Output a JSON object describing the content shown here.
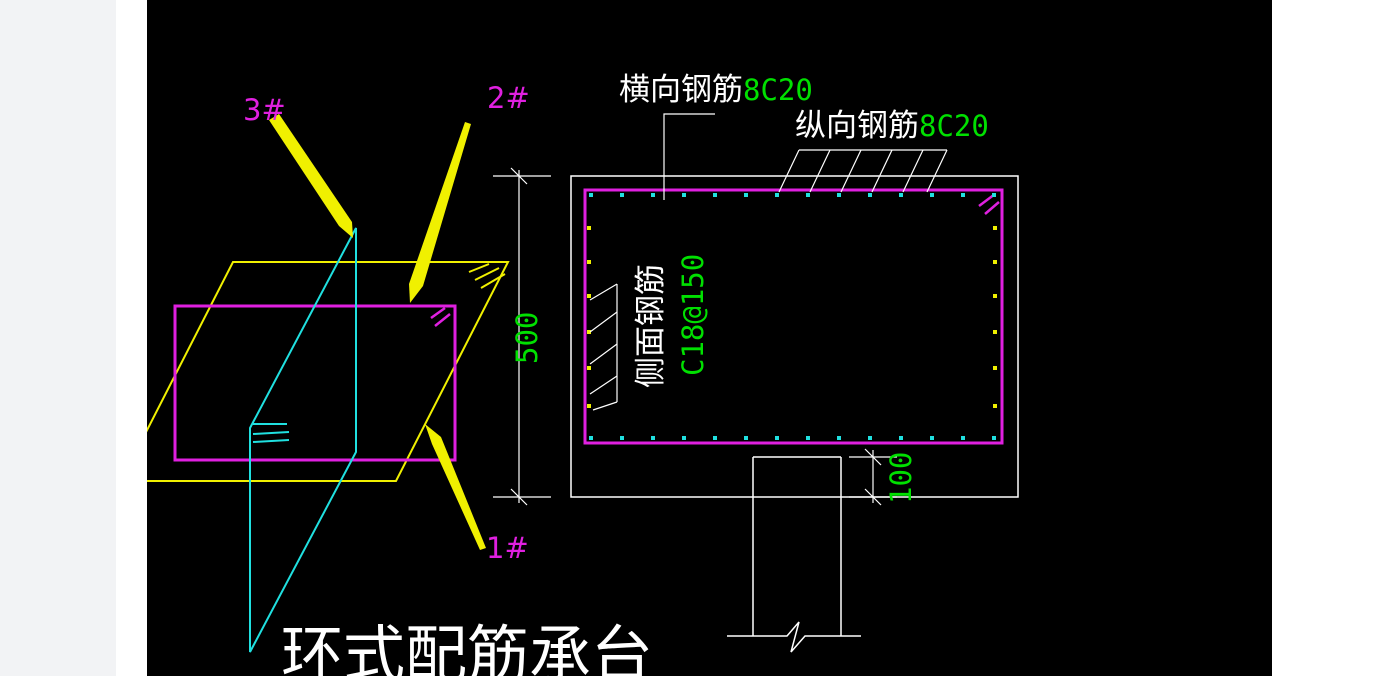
{
  "drawing": {
    "title": "环式配筋承台",
    "pile_labels": {
      "p1": "1#",
      "p2": "2#",
      "p3": "3#"
    },
    "transverse_bar": {
      "label": "横向钢筋",
      "spec": "8C20"
    },
    "longitudinal_bar": {
      "label": "纵向钢筋",
      "spec": "8C20"
    },
    "side_bar": {
      "label": "侧面钢筋",
      "spec": "C18@150"
    },
    "dimensions": {
      "height": "500",
      "embed": "100"
    },
    "colors": {
      "background": "#000000",
      "magenta": "#e020e0",
      "yellow": "#f0f000",
      "cyan": "#20e0e0",
      "white": "#ffffff",
      "green": "#00e000"
    }
  }
}
